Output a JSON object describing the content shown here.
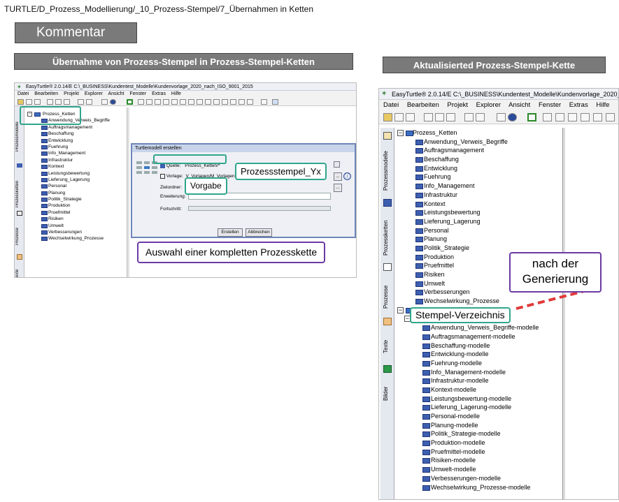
{
  "path": "TURTLE/D_Prozess_Modellierung/_10_Prozess-Stempel/7_Übernahmen in Ketten",
  "kommentar": "Kommentar",
  "heading_left": "Übernahme von Prozess-Stempel in Prozess-Stempel-Ketten",
  "heading_right": "Aktualisierted Prozess-Stempel-Kette",
  "app": {
    "title_left": "EasyTurtle® 2.0.14/E C:\\_BUSINESS\\Kundentest_Modelle\\Kundenvorlage_2020_nach_ISO_9001_2015",
    "title_right": "EasyTurtle® 2.0.14/E C:\\_BUSINESS\\Kundentest_Modelle\\Kundenvorlage_2020_",
    "menu": [
      "Datei",
      "Bearbeiten",
      "Projekt",
      "Explorer",
      "Ansicht",
      "Fenster",
      "Extras",
      "Hilfe"
    ],
    "side_tabs_left": [
      "Prozessmodelle",
      "Prozessketten",
      "Prozesse",
      "Texte"
    ],
    "side_tabs_right": [
      "Prozessmodelle",
      "Prozessketten",
      "Prozesse",
      "Texte",
      "Bilder"
    ]
  },
  "tree_root": "Prozess_Ketten",
  "tree_items": [
    "Anwendung_Verweis_Begriffe",
    "Auftragsmanagement",
    "Beschaffung",
    "Entwicklung",
    "Fuehrung",
    "Info_Management",
    "Infrastruktur",
    "Kontext",
    "Leistungsbewertung",
    "Lieferung_Lagerung",
    "Personal",
    "Planung",
    "Politik_Strategie",
    "Produktion",
    "Pruefmittel",
    "Risiken",
    "Umwelt",
    "Verbesserungen",
    "Wechselwirkung_Prozesse"
  ],
  "tree_items_modelle": [
    "Anwendung_Verweis_Begriffe-modelle",
    "Auftragsmanagement-modelle",
    "Beschaffung-modelle",
    "Entwicklung-modelle",
    "Fuehrung-modelle",
    "Info_Management-modelle",
    "Infrastruktur-modelle",
    "Kontext-modelle",
    "Leistungsbewertung-modelle",
    "Lieferung_Lagerung-modelle",
    "Personal-modelle",
    "Planung-modelle",
    "Politik_Strategie-modelle",
    "Produktion-modelle",
    "Pruefmittel-modelle",
    "Risiken-modelle",
    "Umwelt-modelle",
    "Verbesserungen-modelle",
    "Wechselwirkung_Prozesse-modelle"
  ],
  "dialog": {
    "title": "Turtlemodell erstellen",
    "quelle_label": "Quelle:",
    "quelle_value": "Prozess_Ketten/*",
    "vorlage_label": "Vorlage:",
    "vorlage_value": "V_Vorlagen/M_Vorlagen",
    "zielordner_label": "Zielordner:",
    "erweiterung_label": "Erweiterung:",
    "fortschritt_label": "Fortschritt:",
    "btn_erstellen": "Erstellen",
    "btn_abbrechen": "Abbrechen",
    "btn_browse": "..."
  },
  "callouts": {
    "prozessstempel": "Prozessstempel_Yx",
    "vorgabe": "Vorgabe",
    "auswahl": "Auswahl einer kompletten Prozesskette",
    "nach_der_1": "nach der",
    "nach_der_2": "Generierung",
    "stempel_verzeichnis": "Stempel-Verzeichnis"
  },
  "colors": {
    "banner": "#7a7a7a",
    "callout_green": "#2fa68c",
    "callout_purple": "#6b3aa3",
    "arrow_red": "#e03a3a",
    "model_icon": "#3d5fb0"
  }
}
